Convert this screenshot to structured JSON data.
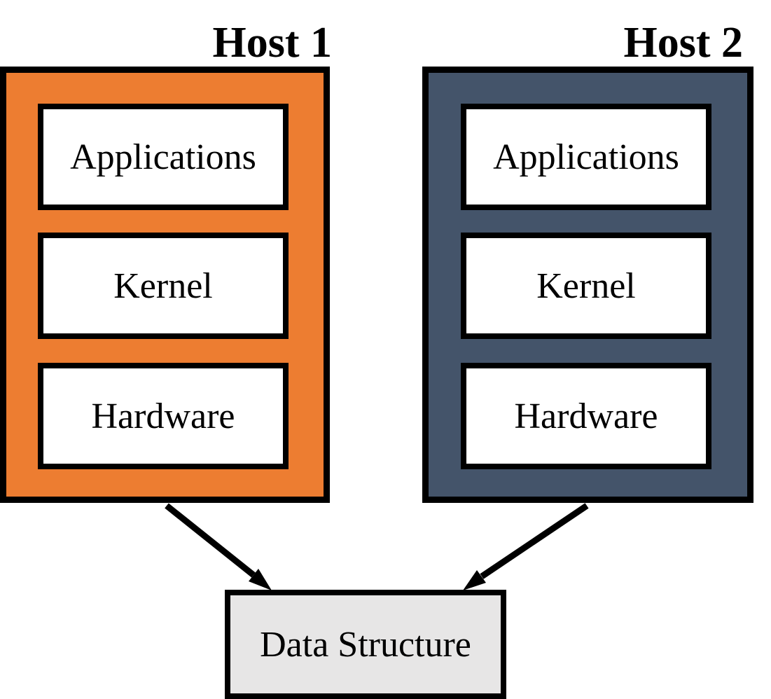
{
  "hosts": [
    {
      "title": "Host 1",
      "fill_color": "#ED7D31",
      "layers": [
        "Applications",
        "Kernel",
        "Hardware"
      ]
    },
    {
      "title": "Host 2",
      "fill_color": "#44546A",
      "layers": [
        "Applications",
        "Kernel",
        "Hardware"
      ]
    }
  ],
  "data_structure": {
    "label": "Data Structure",
    "fill_color": "#E7E6E6"
  },
  "colors": {
    "border": "#000000",
    "layer_fill": "#FFFFFF",
    "arrow": "#000000"
  }
}
